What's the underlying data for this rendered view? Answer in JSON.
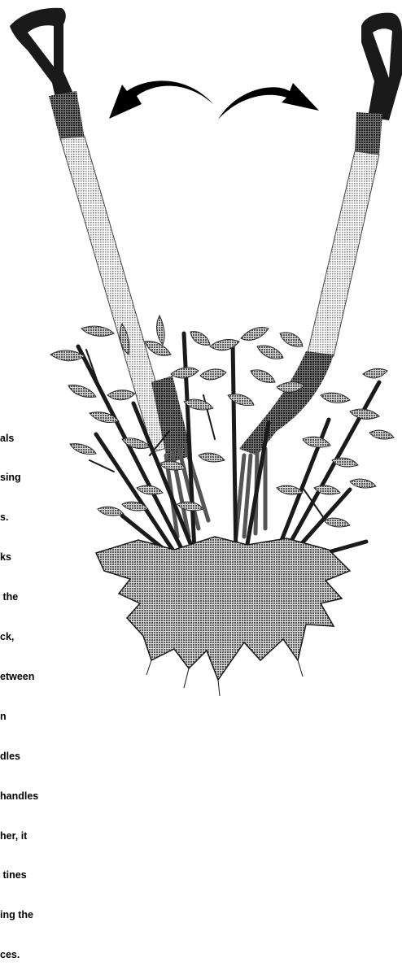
{
  "colors": {
    "background": "#ffffff",
    "ink": "#000000",
    "handle_light": "#c8c8c8",
    "handle_mid": "#9a9a9a",
    "handle_dark": "#3a3a3a",
    "foliage": "#8a8a8a",
    "root_ball": "#7a7a7a"
  },
  "icons": [
    "left-curved-arrow-icon",
    "right-curved-arrow-icon"
  ],
  "caption": {
    "lines": [
      "als",
      "sing",
      "s.",
      "ks",
      " the",
      "ck,",
      "etween",
      "n",
      "dles",
      "handles",
      "her, it",
      " tines",
      "ing the",
      "ces."
    ]
  }
}
